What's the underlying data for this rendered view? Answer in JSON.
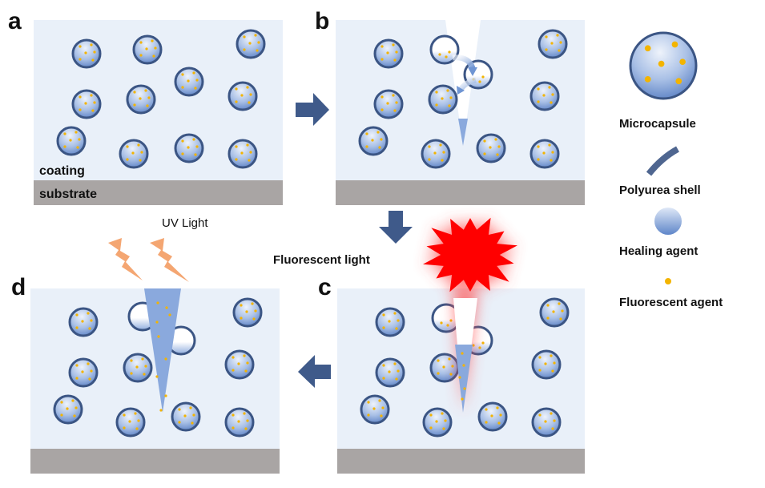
{
  "figure": {
    "panels": [
      {
        "id": "a",
        "letter": "a",
        "layer_labels": {
          "coating": "coating",
          "substrate": "substrate"
        },
        "state": "intact microcapsules in coating"
      },
      {
        "id": "b",
        "letter": "b",
        "state": "crack ruptures microcapsules, healing agent flows into crack"
      },
      {
        "id": "c",
        "letter": "c",
        "state": "crack filled with healing agent, fluorescent emission"
      },
      {
        "id": "d",
        "letter": "d",
        "state": "crack healed under UV light"
      }
    ],
    "annotations": {
      "uv_light": "UV Light",
      "fluorescent_light": "Fluorescent light"
    },
    "legend": {
      "items": [
        {
          "key": "microcapsule",
          "label": "Microcapsule"
        },
        {
          "key": "polyurea_shell",
          "label": "Polyurea shell"
        },
        {
          "key": "healing_agent",
          "label": "Healing agent"
        },
        {
          "key": "fluorescent_agent",
          "label": "Fluorescent agent"
        }
      ]
    },
    "flow_arrows": [
      {
        "from": "a",
        "to": "b",
        "direction": "right"
      },
      {
        "from": "b",
        "to": "c",
        "direction": "down"
      },
      {
        "from": "c",
        "to": "d",
        "direction": "left"
      }
    ],
    "colors": {
      "coating": "#e9f0f9",
      "substrate": "#a9a5a4",
      "capsule_shell": "#3b5584",
      "capsule_fill_light": "#dfe8f7",
      "capsule_fill_dark": "#5f86c9",
      "fluorescent_dot": "#f3b400",
      "arrow": "#3f5a8a",
      "crack_fill": "#8aa9dd",
      "uv_bolt": "#f4a672",
      "burst": "#ff0000"
    }
  }
}
